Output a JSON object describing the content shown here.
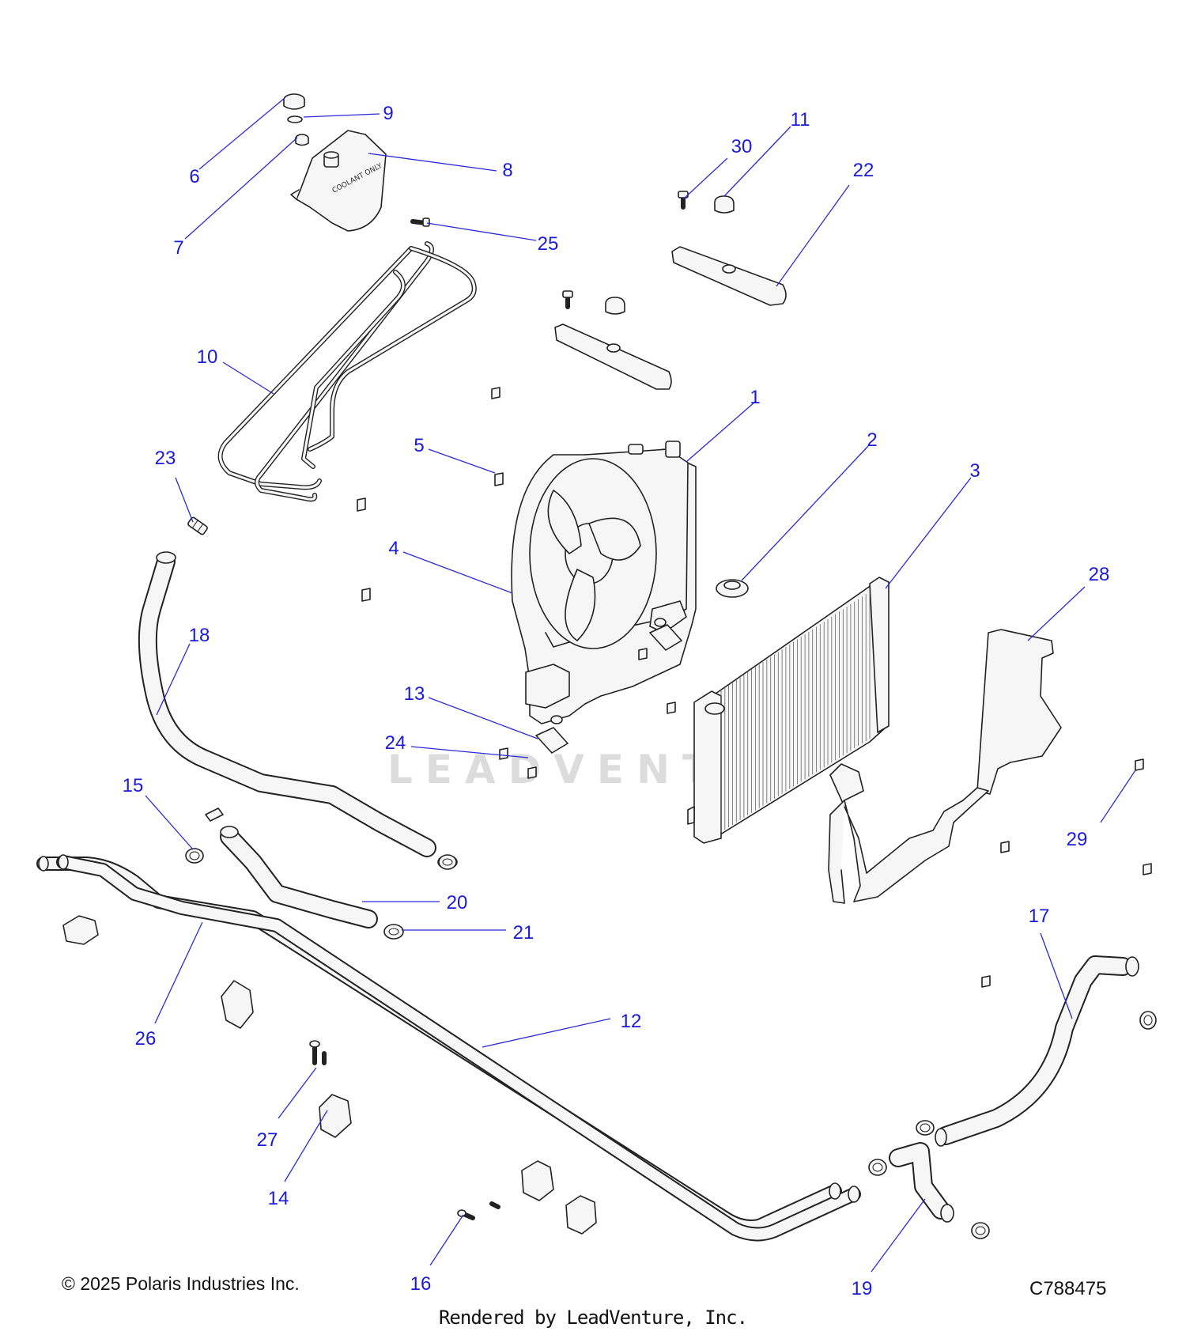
{
  "watermark_text": "LEADVENTU",
  "tank_label": "COOLANT ONLY",
  "footer": {
    "copyright": "© 2025 Polaris Industries Inc.",
    "drawing_number": "C788475",
    "rendered_by": "Rendered by LeadVenture, Inc."
  },
  "callouts": [
    {
      "n": "1"
    },
    {
      "n": "2"
    },
    {
      "n": "3"
    },
    {
      "n": "4"
    },
    {
      "n": "5"
    },
    {
      "n": "6"
    },
    {
      "n": "7"
    },
    {
      "n": "8"
    },
    {
      "n": "9"
    },
    {
      "n": "10"
    },
    {
      "n": "11"
    },
    {
      "n": "12"
    },
    {
      "n": "13"
    },
    {
      "n": "14"
    },
    {
      "n": "15"
    },
    {
      "n": "16"
    },
    {
      "n": "17"
    },
    {
      "n": "18"
    },
    {
      "n": "19"
    },
    {
      "n": "20"
    },
    {
      "n": "21"
    },
    {
      "n": "22"
    },
    {
      "n": "23"
    },
    {
      "n": "24"
    },
    {
      "n": "25"
    },
    {
      "n": "26"
    },
    {
      "n": "27"
    },
    {
      "n": "28"
    },
    {
      "n": "29"
    },
    {
      "n": "30"
    }
  ],
  "colors": {
    "callout": "#1a1adb",
    "leader": "#2a2ad6",
    "line_art": "#222222"
  }
}
